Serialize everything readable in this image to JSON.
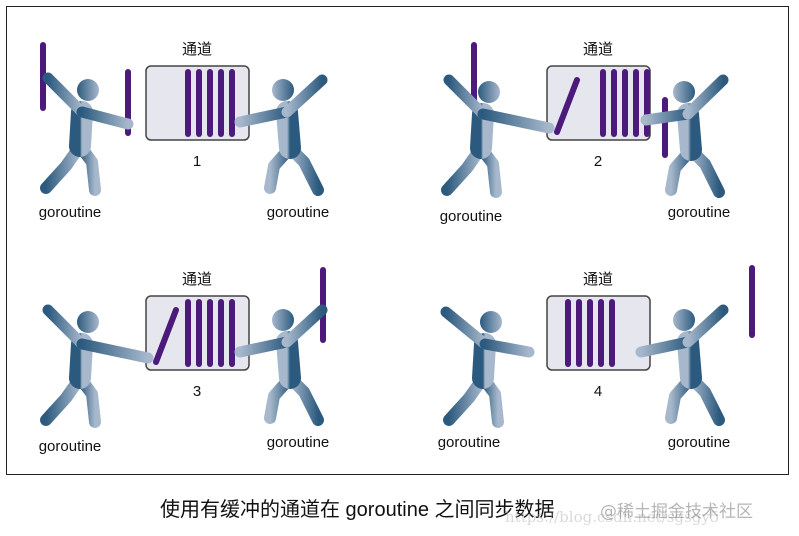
{
  "panels": [
    {
      "number": "1",
      "channel_label": "通道",
      "left_label": "goroutine",
      "right_label": "goroutine"
    },
    {
      "number": "2",
      "channel_label": "通道",
      "left_label": "goroutine",
      "right_label": "goroutine"
    },
    {
      "number": "3",
      "channel_label": "通道",
      "left_label": "goroutine",
      "right_label": "goroutine"
    },
    {
      "number": "4",
      "channel_label": "通道",
      "left_label": "goroutine",
      "right_label": "goroutine"
    }
  ],
  "caption": "使用有缓冲的通道在 goroutine 之间同步数据",
  "watermark": {
    "community": "@稀土掘金技术社区",
    "url": "https://blog.csdn.net/sgsgy5"
  },
  "colors": {
    "value_bar": "#4b1a7a",
    "figure_dark": "#2c5a7e",
    "figure_light": "#a7b8cc",
    "channel_fill": "#e6e6ee",
    "channel_border": "#444444"
  }
}
